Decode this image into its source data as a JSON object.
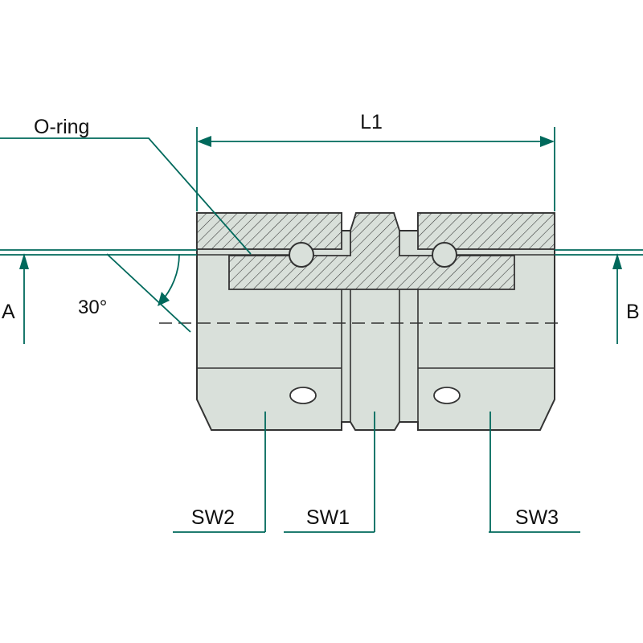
{
  "diagram": {
    "type": "technical-drawing",
    "subject": "straight-union-fitting-cross-section",
    "labels": {
      "o_ring": "O-ring",
      "l1": "L1",
      "port_a": "A",
      "port_b": "B",
      "cone_angle": "30°",
      "sw2": "SW2",
      "sw1": "SW1",
      "sw3": "SW3"
    },
    "colors": {
      "annotation_teal": "#00695C",
      "outline": "#333333",
      "body_fill": "#D9E0DA",
      "hole_fill": "#FFFFFF",
      "text": "#111111",
      "background": "#FFFFFF"
    }
  }
}
